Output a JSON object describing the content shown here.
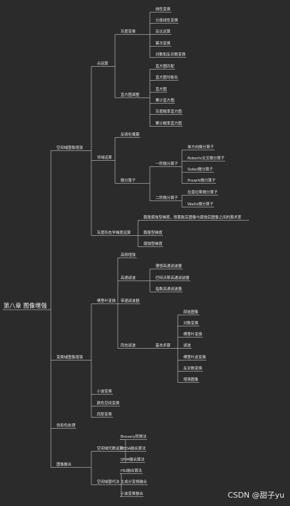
{
  "root": "第八章 图像增强",
  "children": [
    {
      "label": "空间域图像增强",
      "children": [
        {
          "label": "点运算",
          "children": [
            {
              "label": "灰度变换",
              "children": [
                {
                  "label": "线性变换"
                },
                {
                  "label": "分段线性变换"
                },
                {
                  "label": "反比运算"
                },
                {
                  "label": "幂次变换"
                },
                {
                  "label": "对数和反对数变换"
                }
              ]
            },
            {
              "label": "直方图调整",
              "children": [
                {
                  "label": "直方图匹配"
                },
                {
                  "label": "直方图均衡化"
                },
                {
                  "label": "直方图"
                },
                {
                  "label": "累计直方图"
                },
                {
                  "label": "灰度概率直方图"
                },
                {
                  "label": "累计概率直方图"
                }
              ]
            }
          ]
        },
        {
          "label": "邻域运算",
          "children": [
            {
              "label": "反锐化掩膜"
            },
            {
              "label": "微分算子",
              "children": [
                {
                  "label": "一阶微分算子",
                  "children": [
                    {
                      "label": "单方向微分算子"
                    },
                    {
                      "label": "Roberts交叉微分算子"
                    },
                    {
                      "label": "Sobel微分算子"
                    },
                    {
                      "label": "Prewitt微分算子"
                    }
                  ]
                },
                {
                  "label": "二阶微分算子",
                  "children": [
                    {
                      "label": "拉普拉斯微分算子"
                    },
                    {
                      "label": "Wallis微分算子"
                    }
                  ]
                }
              ]
            }
          ]
        },
        {
          "label": "灰度形态学梯度运算",
          "children": [
            {
              "label": "膨胀腐蚀型梯度，即膨胀后图像与腐蚀后图像之间的算术差"
            },
            {
              "label": "膨胀型梯度"
            },
            {
              "label": "腐蚀型梯度"
            }
          ]
        }
      ]
    },
    {
      "label": "变换域图像增强",
      "children": [
        {
          "label": "傅里叶变换",
          "children": [
            {
              "label": "高频增强"
            },
            {
              "label": "高通滤波",
              "children": [
                {
                  "label": "理想高通滤波器"
                },
                {
                  "label": "巴特沃斯高通滤波器"
                },
                {
                  "label": "指数高通滤波器"
                }
              ]
            },
            {
              "label": "带通滤波器"
            },
            {
              "label": "同态滤波",
              "children": [
                {
                  "label": "基本步骤",
                  "children": [
                    {
                      "label": "原始图像"
                    },
                    {
                      "label": "对数变换"
                    },
                    {
                      "label": "傅里叶变换"
                    },
                    {
                      "label": "滤波"
                    },
                    {
                      "label": "傅里叶逆变换"
                    },
                    {
                      "label": "反对数变换"
                    },
                    {
                      "label": "增强图像"
                    }
                  ]
                }
              ]
            }
          ]
        },
        {
          "label": "小波变换"
        },
        {
          "label": "颜色空间变换"
        },
        {
          "label": "同胚变换"
        }
      ]
    },
    {
      "label": "伪彩色处理"
    },
    {
      "label": "图像融合",
      "children": [
        {
          "label": "空间域代数运算",
          "children": [
            {
              "label": "Brovery转换法"
            },
            {
              "label": "PEDA融合算法"
            },
            {
              "label": "SFIM融合算法"
            }
          ]
        },
        {
          "label": "空间域替代法",
          "children": [
            {
              "label": "HSI融合算法"
            },
            {
              "label": "主成分变换融合"
            },
            {
              "label": "小波变换融合"
            }
          ]
        }
      ]
    }
  ],
  "watermark": "CSDN @甜子yu",
  "colors": {
    "background": "#2b2b2b",
    "line": "#a8a8a8",
    "text": "#e8e8e8"
  }
}
